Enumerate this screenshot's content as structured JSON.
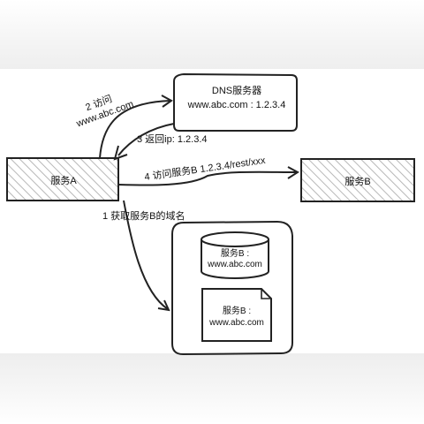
{
  "nodes": {
    "service_a": {
      "label": "服务A"
    },
    "service_b": {
      "label": "服务B"
    },
    "dns": {
      "line1": "DNS服务器",
      "line2": "www.abc.com : 1.2.3.4"
    },
    "cache_db": {
      "line1": "服务B :",
      "line2": "www.abc.com"
    },
    "config_file": {
      "line1": "服务B :",
      "line2": "www.abc.com"
    }
  },
  "edges": {
    "step1": {
      "label": "1 获取服务B的域名"
    },
    "step2": {
      "line1": "2 访问",
      "line2": "www.abc.com"
    },
    "step3": {
      "label": "3 返回ip: 1.2.3.4"
    },
    "step4": {
      "label": "4 访问服务B 1.2.3.4/rest/xxx"
    }
  }
}
